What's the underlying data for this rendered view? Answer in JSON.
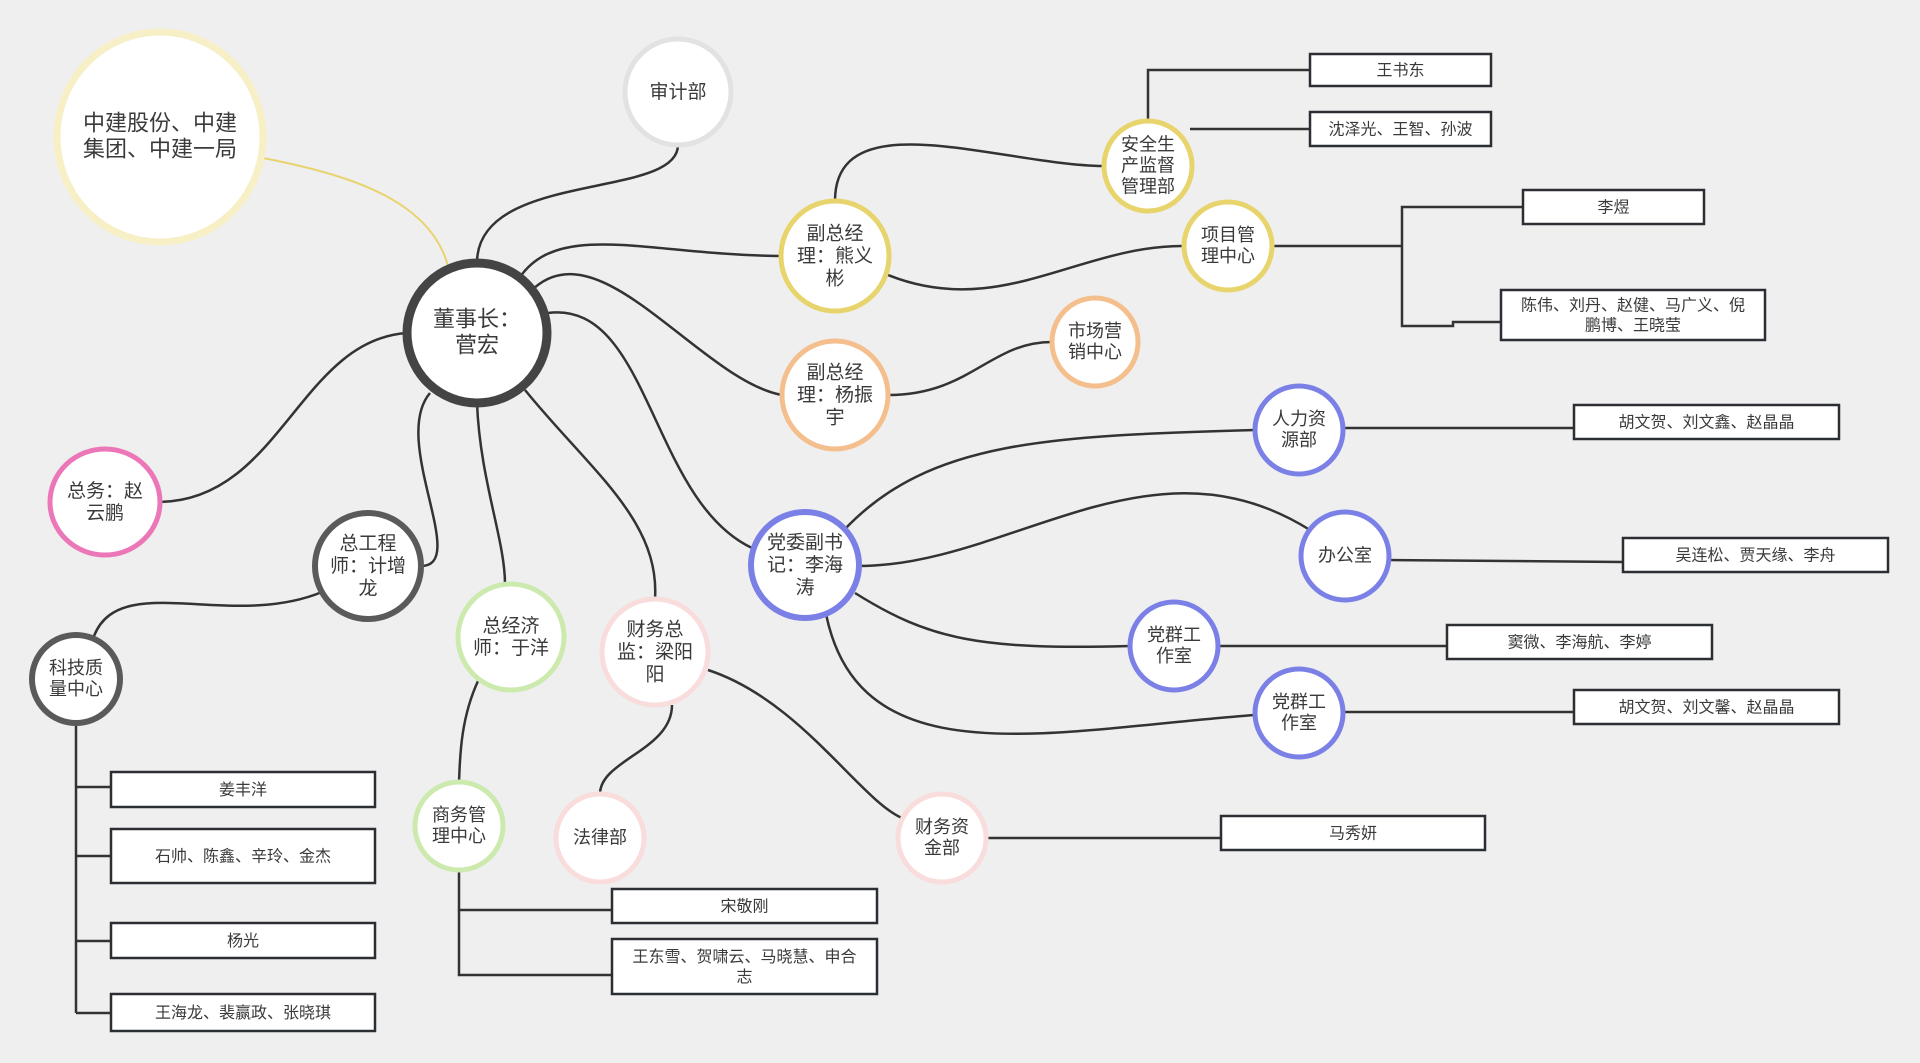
{
  "title": "组织架构图",
  "colors": {
    "background": "#efefef",
    "edge": "#333333",
    "root_edge": "#e9d36f",
    "dark": "#444444",
    "gray": "#5a5a5a",
    "cream": "#f7efc6",
    "light_gray": "#e2e2e2",
    "yellow": "#e8d46c",
    "orange": "#f4bf8c",
    "blue": "#7b80e6",
    "pink": "#ec77b8",
    "green": "#cdeaae",
    "rose": "#f9dcdc"
  },
  "nodes": [
    {
      "id": "group",
      "lines": [
        "中建股份、中建",
        "集团、中建一局"
      ],
      "color": "cream"
    },
    {
      "id": "chairman",
      "lines": [
        "董事长：",
        "菅宏"
      ],
      "color": "dark"
    },
    {
      "id": "audit",
      "lines": [
        "审计部"
      ],
      "color": "light_gray"
    },
    {
      "id": "vp_xiong",
      "lines": [
        "副总经",
        "理：熊义",
        "彬"
      ],
      "color": "yellow"
    },
    {
      "id": "safety",
      "lines": [
        "安全生",
        "产监督",
        "管理部"
      ],
      "color": "yellow"
    },
    {
      "id": "project",
      "lines": [
        "项目管",
        "理中心"
      ],
      "color": "yellow"
    },
    {
      "id": "vp_yang",
      "lines": [
        "副总经",
        "理：杨振",
        "宇"
      ],
      "color": "orange"
    },
    {
      "id": "marketing",
      "lines": [
        "市场营",
        "销中心"
      ],
      "color": "orange"
    },
    {
      "id": "party",
      "lines": [
        "党委副书",
        "记：李海",
        "涛"
      ],
      "color": "blue"
    },
    {
      "id": "hr",
      "lines": [
        "人力资",
        "源部"
      ],
      "color": "blue"
    },
    {
      "id": "office",
      "lines": [
        "办公室"
      ],
      "color": "blue"
    },
    {
      "id": "party_work1",
      "lines": [
        "党群工",
        "作室"
      ],
      "color": "blue"
    },
    {
      "id": "party_work2",
      "lines": [
        "党群工",
        "作室"
      ],
      "color": "blue"
    },
    {
      "id": "general_affairs",
      "lines": [
        "总务：赵",
        "云鹏"
      ],
      "color": "pink"
    },
    {
      "id": "chief_engineer",
      "lines": [
        "总工程",
        "师：计增",
        "龙"
      ],
      "color": "gray"
    },
    {
      "id": "tech_quality",
      "lines": [
        "科技质",
        "量中心"
      ],
      "color": "gray"
    },
    {
      "id": "chief_economist",
      "lines": [
        "总经济",
        "师：于洋"
      ],
      "color": "green"
    },
    {
      "id": "business",
      "lines": [
        "商务管",
        "理中心"
      ],
      "color": "green"
    },
    {
      "id": "cfo",
      "lines": [
        "财务总",
        "监：梁阳",
        "阳"
      ],
      "color": "rose"
    },
    {
      "id": "legal",
      "lines": [
        "法律部"
      ],
      "color": "rose"
    },
    {
      "id": "finance_fund",
      "lines": [
        "财务资",
        "金部"
      ],
      "color": "rose"
    }
  ],
  "leaves": [
    {
      "id": "safety_1",
      "parent": "safety",
      "lines": [
        "王书东"
      ]
    },
    {
      "id": "safety_2",
      "parent": "safety",
      "lines": [
        "沈泽光、王智、孙波"
      ]
    },
    {
      "id": "project_1",
      "parent": "project",
      "lines": [
        "李煜"
      ]
    },
    {
      "id": "project_2",
      "parent": "project",
      "lines": [
        "陈伟、刘丹、赵健、马广义、倪",
        "鹏博、王晓莹"
      ]
    },
    {
      "id": "hr_1",
      "parent": "hr",
      "lines": [
        "胡文贺、刘文鑫、赵晶晶"
      ]
    },
    {
      "id": "office_1",
      "parent": "office",
      "lines": [
        "吴连松、贾天缘、李舟"
      ]
    },
    {
      "id": "pw1_1",
      "parent": "party_work1",
      "lines": [
        "窦微、李海航、李婷"
      ]
    },
    {
      "id": "pw2_1",
      "parent": "party_work2",
      "lines": [
        "胡文贺、刘文馨、赵晶晶"
      ]
    },
    {
      "id": "fund_1",
      "parent": "finance_fund",
      "lines": [
        "马秀妍"
      ]
    },
    {
      "id": "biz_1",
      "parent": "business",
      "lines": [
        "宋敬刚"
      ]
    },
    {
      "id": "biz_2",
      "parent": "business",
      "lines": [
        "王东雪、贺啸云、马晓慧、申合",
        "志"
      ]
    },
    {
      "id": "tq_1",
      "parent": "tech_quality",
      "lines": [
        "姜丰洋"
      ]
    },
    {
      "id": "tq_2",
      "parent": "tech_quality",
      "lines": [
        "石帅、陈鑫、辛玲、金杰"
      ]
    },
    {
      "id": "tq_3",
      "parent": "tech_quality",
      "lines": [
        "杨光"
      ]
    },
    {
      "id": "tq_4",
      "parent": "tech_quality",
      "lines": [
        "王海龙、裴赢政、张晓琪"
      ]
    }
  ],
  "edges": [
    [
      "group",
      "chairman"
    ],
    [
      "chairman",
      "audit"
    ],
    [
      "chairman",
      "vp_xiong"
    ],
    [
      "chairman",
      "vp_yang"
    ],
    [
      "chairman",
      "party"
    ],
    [
      "chairman",
      "general_affairs"
    ],
    [
      "chairman",
      "chief_engineer"
    ],
    [
      "chairman",
      "chief_economist"
    ],
    [
      "chairman",
      "cfo"
    ],
    [
      "vp_xiong",
      "safety"
    ],
    [
      "vp_xiong",
      "project"
    ],
    [
      "vp_yang",
      "marketing"
    ],
    [
      "party",
      "hr"
    ],
    [
      "party",
      "office"
    ],
    [
      "party",
      "party_work1"
    ],
    [
      "party",
      "party_work2"
    ],
    [
      "chief_engineer",
      "tech_quality"
    ],
    [
      "chief_economist",
      "business"
    ],
    [
      "cfo",
      "legal"
    ],
    [
      "cfo",
      "finance_fund"
    ]
  ]
}
